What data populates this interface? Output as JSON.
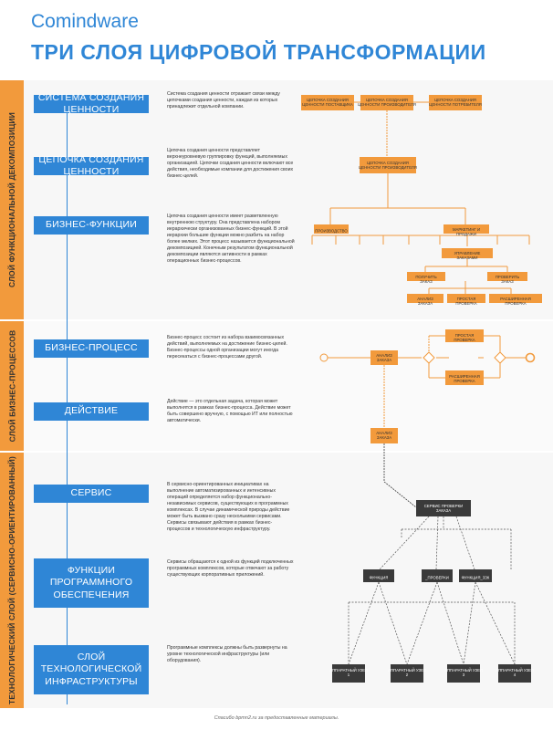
{
  "header": {
    "logo": "Comindware",
    "title": "ТРИ СЛОЯ ЦИФРОВОЙ ТРАНСФОРМАЦИИ"
  },
  "bands": [
    {
      "label": "СЛОЙ ФУНКЦИОНАЛЬНОЙ ДЕКОМПОЗИЦИИ"
    },
    {
      "label": "СЛОЙ БИЗНЕС-ПРОЦЕССОВ"
    },
    {
      "label": "ТЕХНОЛОГИЧЕСКИЙ СЛОЙ (СЕРВИСНО-ОРИЕНТИРОВАННЫЙ)"
    }
  ],
  "levels": [
    {
      "label": "СИСТЕМА СОЗДАНИЯ ЦЕННОСТИ",
      "desc": "Система создания ценности отражает связи между цепочками создания ценности, каждая из которых принадлежит отдельной компании."
    },
    {
      "label": "ЦЕПОЧКА СОЗДАНИЯ ЦЕННОСТИ",
      "desc": "Цепочка создания ценности представляет верхнеуровневую группировку функций, выполняемых организацией. Цепочки создания ценности включают все действия, необходимые компании для достижения своих бизнес-целей."
    },
    {
      "label": "БИЗНЕС-ФУНКЦИИ",
      "desc": "Цепочка создания ценности имеет разветвленную внутреннюю структуру. Она представлена набором иерархически организованных бизнес-функций. В этой иерархии большие функции можно разбить на набор более мелких. Этот процесс называется функциональной декомпозицией. Конечным результатом функциональной декомпозиции являются активности в рамках операционных бизнес-процессов."
    },
    {
      "label": "БИЗНЕС-ПРОЦЕСС",
      "desc": "Бизнес-процесс состоит из набора взаимосвязанных действий, выполняемых на достижение бизнес-целей. Бизнес-процессы одной организации могут иногда пересекаться с бизнес-процессами другой."
    },
    {
      "label": "ДЕЙСТВИЕ",
      "desc": "Действие — это отдельная задача, которая может выполнятся в рамках бизнес-процесса. Действие может быть совершено вручную, с помощью ИТ или полностью автоматически."
    },
    {
      "label": "СЕРВИС",
      "desc": "В сервисно-ориентированных инициативах на выполнение автоматизированных и интенсивных операций определяется набор функционально-независимых сервисов, существующих в программных комплексах. В случае динамической природы действие может быть вызвано сразу несколькими сервисами. Сервисы связывают действия в рамках бизнес-процессов и технологическую инфраструктуру."
    },
    {
      "label": "ФУНКЦИИ ПРОГРАММНОГО ОБЕСПЕЧЕНИЯ",
      "desc": "Сервисы обращаются к одной из функций подключенных программных комплексов, которые отвечают за работу существующих корпоративных приложений."
    },
    {
      "label": "СЛОЙ ТЕХНОЛОГИЧЕСКОЙ ИНФРАСТРУКТУРЫ",
      "desc": "Программные комплексы должны быть развернуты на уровне технологической инфраструктуры (или оборудования)."
    }
  ],
  "diagram": {
    "chains": [
      "ЦЕПОЧКА СОЗДАНИЯ ЦЕННОСТИ ПОСТАВЩИКА",
      "ЦЕПОЧКА СОЗДАНИЯ ЦЕННОСТИ ПРОИЗВОДИТЕЛЯ",
      "ЦЕПОЧКА СОЗДАНИЯ ЦЕННОСТИ ПОТРЕБИТЕЛЯ"
    ],
    "producer_chain": "ЦЕПОЧКА СОЗДАНИЯ ЦЕННОСТИ ПРОИЗВОДИТЕЛЯ",
    "func_level1": [
      "ПРОИЗВОДСТВО",
      "МАРКЕТИНГ И ПРОДАЖИ"
    ],
    "func_order_mgmt": "УПРАВЛЕНИЕ ЗАКАЗАМИ",
    "func_level3": [
      "ПОЛУЧИТЬ ЗАКАЗ",
      "ПРОВЕРИТЬ ЗАКАЗ"
    ],
    "func_level4": [
      "АНАЛИЗ ЗАКАЗА",
      "ПРОСТАЯ ПРОВЕРКА",
      "РАСШИРЕННАЯ ПРОВЕРКА"
    ],
    "process_nodes": [
      "АНАЛИЗ ЗАКАЗА",
      "ПРОСТАЯ ПРОВЕРКА",
      "РАСШИРЕННАЯ ПРОВЕРКА"
    ],
    "action_node": "АНАЛИЗ ЗАКАЗА",
    "service_node": "СЕРВИС ПРОВЕРКИ ЗАКАЗА",
    "software_nodes": [
      "ФУНКЦИЯ",
      "_ПРОВЕРКИ",
      "ФУНКЦИЯ_3ЗК"
    ],
    "infra_nodes": [
      "АППАРАТНЫЙ УЗЕЛ 1",
      "АППАРАТНЫЙ УЗЕЛ 2",
      "АППАРАТНЫЙ УЗЕЛ 3",
      "АППАРАТНЫЙ УЗЕЛ 4"
    ]
  },
  "footer": "Спасибо bpmn2.ru за предоставленные материалы.",
  "colors": {
    "blue": "#2f86d6",
    "orange": "#f29a3c",
    "dark": "#3a3a3a"
  }
}
